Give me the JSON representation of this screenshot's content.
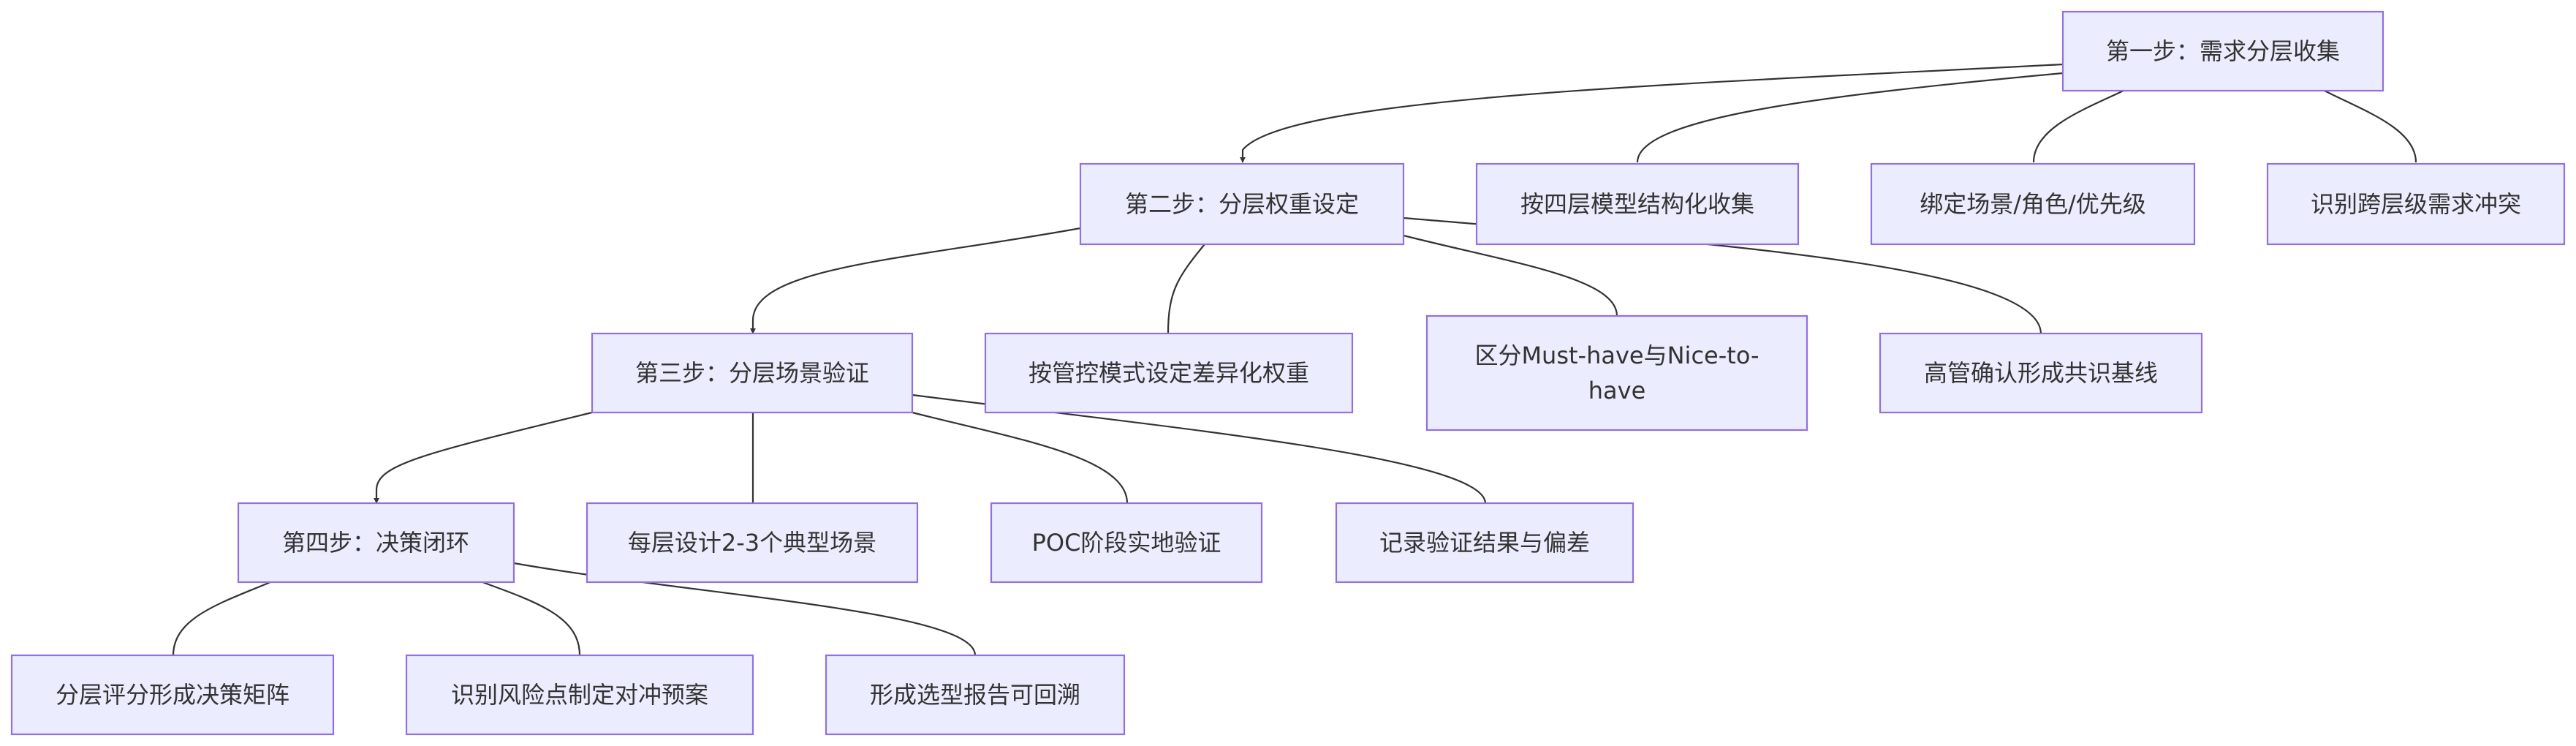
{
  "nodes": {
    "step1": "第一步：需求分层收集",
    "s1_a": "按四层模型结构化收集",
    "s1_b": "绑定场景/角色/优先级",
    "s1_c": "识别跨层级需求冲突",
    "step2": "第二步：分层权重设定",
    "s2_a": "按管控模式设定差异化权重",
    "s2_b_line1": "区分Must-have与Nice-to-",
    "s2_b_line2": "have",
    "s2_c": "高管确认形成共识基线",
    "step3": "第三步：分层场景验证",
    "s3_a": "每层设计2-3个典型场景",
    "s3_b": "POC阶段实地验证",
    "s3_c": "记录验证结果与偏差",
    "step4": "第四步：决策闭环",
    "s4_a": "分层评分形成决策矩阵",
    "s4_b": "识别风险点制定对冲预案",
    "s4_c": "形成选型报告可回溯"
  },
  "colors": {
    "node_fill": "#ECECFF",
    "node_stroke": "#9370DB",
    "edge": "#333333",
    "text": "#333333"
  }
}
